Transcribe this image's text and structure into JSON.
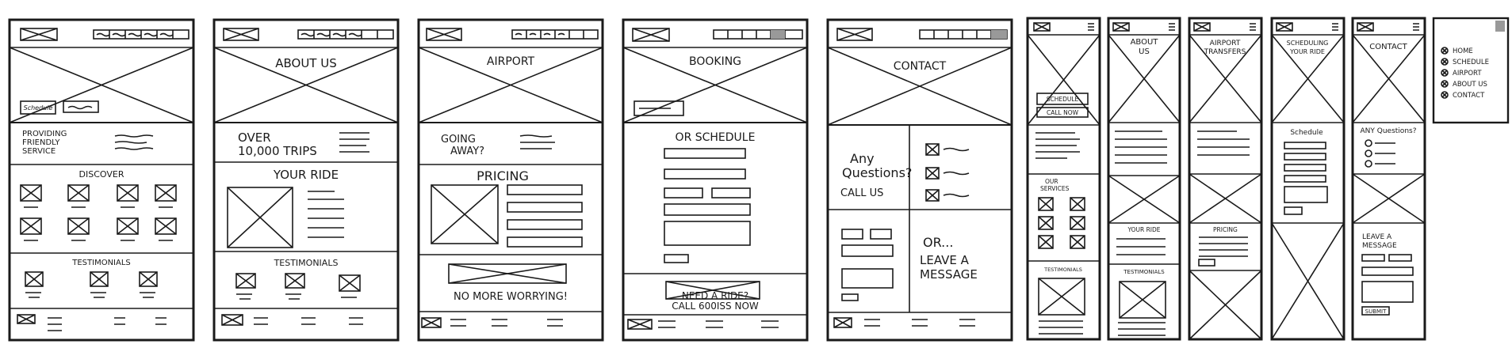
{
  "desktop_pages": [
    {
      "id": "home",
      "hero_title": "",
      "hero_buttons": [
        "Schedule"
      ],
      "intro_lines": [
        "PROVIDING",
        "FRIENDLY",
        "SERVICE"
      ],
      "sections": [
        {
          "title": "DISCOVER"
        },
        {
          "title": "TESTIMONIALS"
        }
      ]
    },
    {
      "id": "about",
      "hero_title": "ABOUT US",
      "intro_lines": [
        "OVER",
        "10,000 TRIPS"
      ],
      "sections": [
        {
          "title": "YOUR RIDE"
        },
        {
          "title": "TESTIMONIALS"
        }
      ]
    },
    {
      "id": "airport",
      "hero_title": "AIRPORT",
      "intro_lines": [
        "GOING",
        "AWAY?"
      ],
      "sections": [
        {
          "title": "PRICING"
        }
      ],
      "footer_caption": "NO MORE WORRYING!"
    },
    {
      "id": "booking",
      "hero_title": "BOOKING",
      "sections": [
        {
          "title": "OR SCHEDULE"
        }
      ],
      "footer_caption_lines": [
        "NEED A RIDE?",
        "CALL 600ISS NOW"
      ]
    },
    {
      "id": "contact",
      "hero_title": "CONTACT",
      "left_lines": [
        "Any",
        "Questions?",
        "CALL US"
      ],
      "right_lines": [
        "OR...",
        "LEAVE A",
        "MESSAGE"
      ]
    }
  ],
  "mobile_pages": [
    {
      "id": "m-home",
      "hero_buttons": [
        "SCHEDULE",
        "CALL NOW"
      ],
      "sections": [
        "OUR",
        "SERVICES",
        "TESTIMONIALS"
      ]
    },
    {
      "id": "m-about",
      "title_lines": [
        "ABOUT",
        "US"
      ],
      "sections": [
        "YOUR RIDE",
        "TESTIMONIALS"
      ]
    },
    {
      "id": "m-airport",
      "title_lines": [
        "AIRPORT",
        "TRANSFERS"
      ],
      "sections": [
        "PRICING"
      ]
    },
    {
      "id": "m-scheduling",
      "title_lines": [
        "SCHEDULING",
        "YOUR RIDE"
      ],
      "sections": [
        "Schedule"
      ]
    },
    {
      "id": "m-contact",
      "title_lines": [
        "CONTACT"
      ],
      "sections": [
        "ANY Questions?",
        "LEAVE A",
        "MESSAGE"
      ],
      "button": "SUBMIT"
    }
  ],
  "menu": {
    "items": [
      "HOME",
      "SCHEDULE",
      "AIRPORT",
      "ABOUT US",
      "CONTACT"
    ]
  }
}
